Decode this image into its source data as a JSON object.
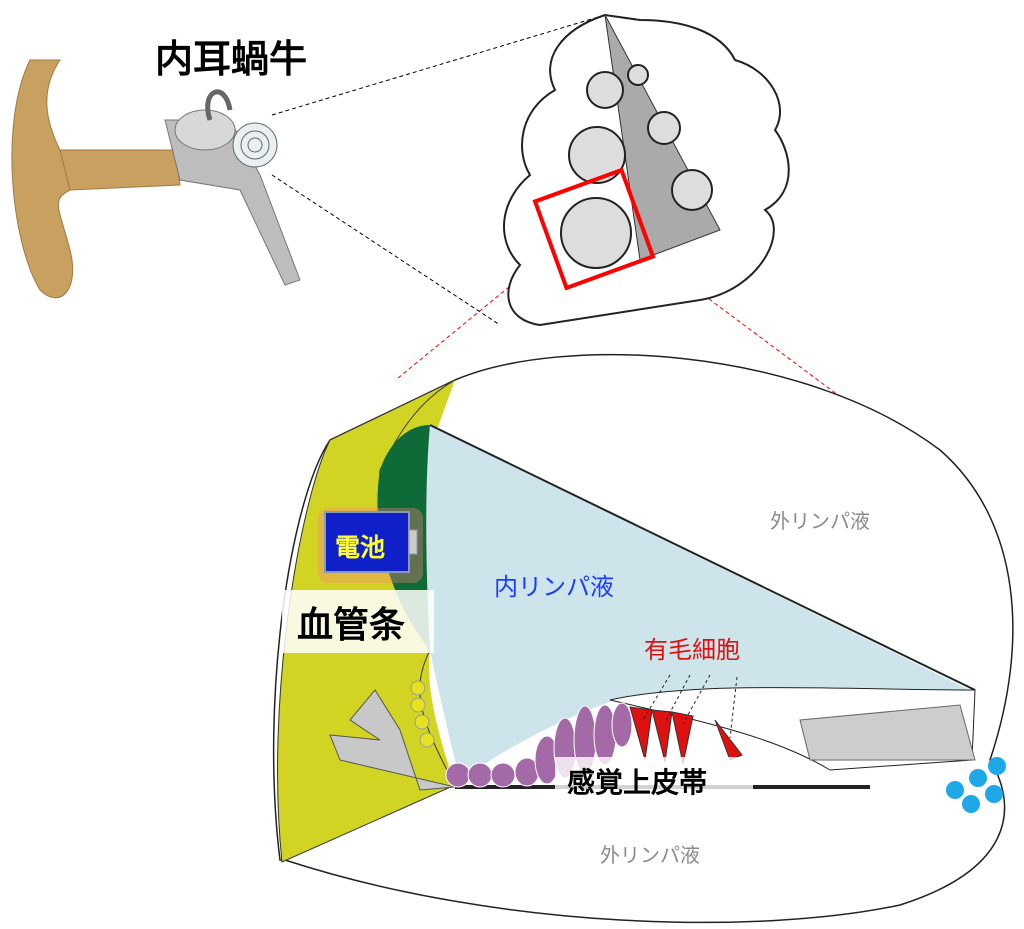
{
  "title": "内耳蝸牛",
  "labels": {
    "battery": "電池",
    "stria_vascularis": "血管条",
    "endolymph": "内リンパ液",
    "perilymph_upper": "外リンパ液",
    "perilymph_lower": "外リンパ液",
    "hair_cells": "有毛細胞",
    "sensory_epithelium": "感覚上皮帯"
  },
  "colors": {
    "ear": "#c8a060",
    "stria_outer": "#d2d424",
    "stria_inner": "#0e6a36",
    "endolymph": "#cde4ea",
    "cells": "#a46aa8",
    "hair_cell": "#e01010",
    "highlight_box": "#ff0000",
    "endolymph_text": "#1a3cff",
    "perilymph_text": "#8a8a8a",
    "blue_dots": "#1ea8e8"
  }
}
